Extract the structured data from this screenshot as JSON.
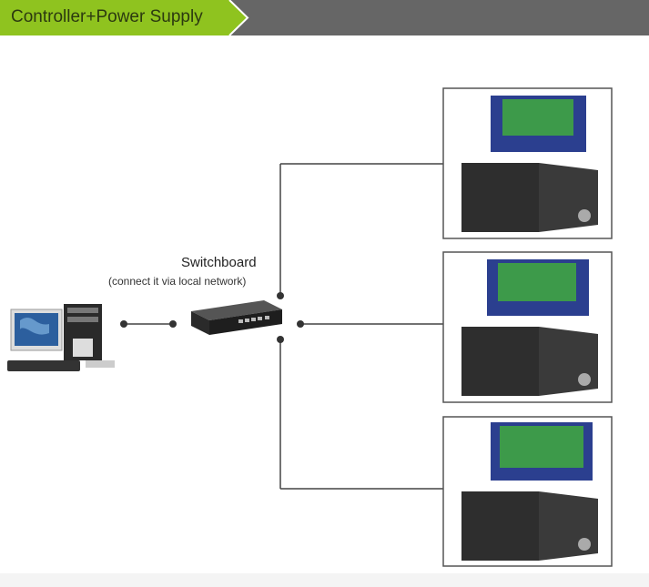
{
  "header": {
    "title": "Controller+Power Supply",
    "accent": "#8fc31f",
    "bar": "#666666"
  },
  "switch": {
    "label": "Switchboard",
    "note": "(connect it via local network)"
  },
  "icons": [
    "computer-icon",
    "network-switch-icon",
    "controller-board-icon",
    "power-cabinet-icon"
  ]
}
